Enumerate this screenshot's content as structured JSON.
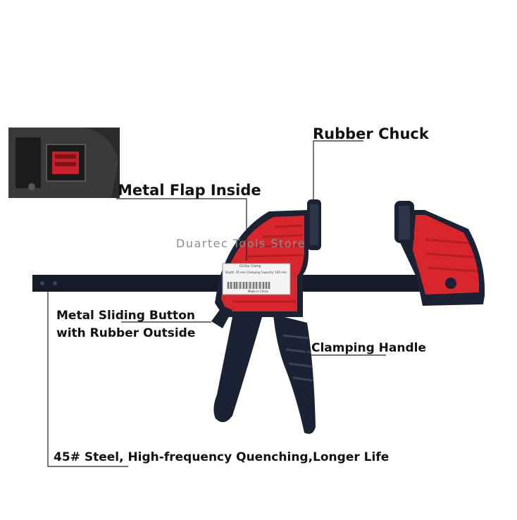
{
  "labels": {
    "rubber_chuck": "Rubber Chuck",
    "metal_flap": "Metal Flap Inside",
    "sliding_button_line1": "Metal Sliding Button",
    "sliding_button_line2": "with Rubber Outside",
    "clamping_handle": "Clamping Handle",
    "steel": "45# Steel, High-frequency Quenching,Longer Life"
  },
  "watermark": "Duartec Tools Store",
  "sticker": {
    "line1": "ES Bar Clamp",
    "line2": "Depth: 35 mm    Clamping Capacity: 100 mm",
    "line3": "Made in China"
  },
  "colors": {
    "body_red": "#d9262d",
    "body_red_dark": "#b51e24",
    "frame_dark": "#1b2233",
    "bar_dark": "#151b28",
    "leader_line": "#222222"
  }
}
